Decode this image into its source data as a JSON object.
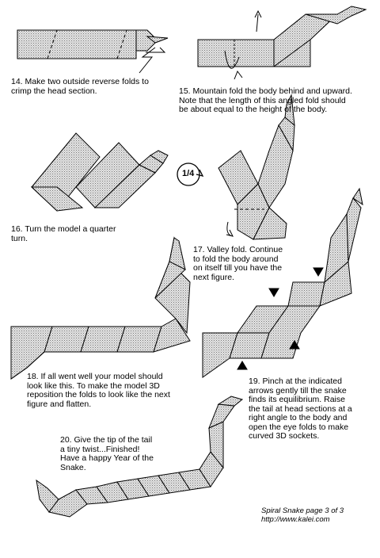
{
  "steps": {
    "s14": {
      "lines": [
        "14. Make two outside reverse folds to",
        "crimp the head section."
      ]
    },
    "s15": {
      "lines": [
        "15. Mountain fold the body behind and upward.",
        "Note that the length of this angled fold should",
        "be about equal to the height of the body."
      ]
    },
    "s16": {
      "lines": [
        "16. Turn the model a quarter",
        "turn."
      ]
    },
    "s17": {
      "lines": [
        "17. Valley fold. Continue",
        "to fold the body around",
        "on itself till you have the",
        "next figure."
      ]
    },
    "s18": {
      "lines": [
        "18. If all went well your model should",
        "look like this. To make the model 3D",
        "reposition the folds to look like the next",
        "figure and flatten."
      ]
    },
    "s19": {
      "lines": [
        "19. Pinch at the indicated",
        "arrows gently till the snake",
        "finds its equilibrium. Raise",
        "the tail at head sections at a",
        "right angle to the body and",
        "open the eye folds to make",
        "curved 3D sockets."
      ]
    },
    "s20": {
      "lines": [
        "20. Give the tip of the tail",
        "a tiny twist...Finished!",
        "Have a happy Year of the",
        "Snake."
      ]
    }
  },
  "quarter_turn_label": "1/4",
  "footer": {
    "title": "Spiral Snake  page 3 of 3",
    "url": "http://www.kalei.com"
  },
  "colors": {
    "paper": "#d4d4d4",
    "line": "#000000",
    "background": "#ffffff"
  }
}
